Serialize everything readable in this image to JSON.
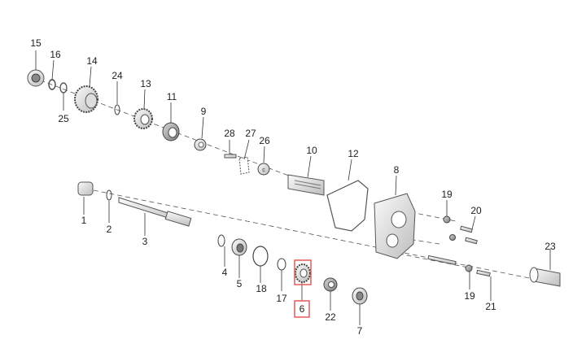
{
  "diagram": {
    "part_labels": [
      "15",
      "16",
      "14",
      "25",
      "24",
      "13",
      "11",
      "9",
      "28",
      "27",
      "26",
      "10",
      "12",
      "8",
      "19",
      "20",
      "1",
      "2",
      "3",
      "4",
      "5",
      "18",
      "17",
      "6",
      "22",
      "7",
      "19",
      "21",
      "23"
    ],
    "highlighted_part": "6",
    "colors": {
      "highlight": "#e0514f",
      "line": "#333333",
      "part_fill": "#f2f2f2",
      "part_stroke": "#555555"
    }
  }
}
